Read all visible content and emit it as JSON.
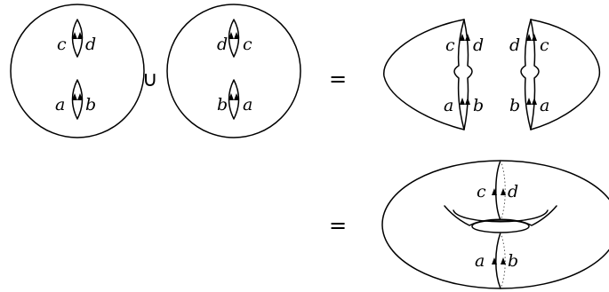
{
  "symbols": {
    "union": "∪",
    "equals_top": "=",
    "equals_bottom": "="
  },
  "disk_left": {
    "top_left": "c",
    "top_right": "d",
    "bottom_left": "a",
    "bottom_right": "b"
  },
  "disk_right": {
    "top_left": "d",
    "top_right": "c",
    "bottom_left": "b",
    "bottom_right": "a"
  },
  "cut_left": {
    "top_left": "c",
    "top_right": "d",
    "bottom_left": "a",
    "bottom_right": "b"
  },
  "cut_right": {
    "top_left": "d",
    "top_right": "c",
    "bottom_left": "b",
    "bottom_right": "a"
  },
  "torus": {
    "top_left": "c",
    "top_right": "d",
    "bottom_left": "a",
    "bottom_right": "b"
  }
}
